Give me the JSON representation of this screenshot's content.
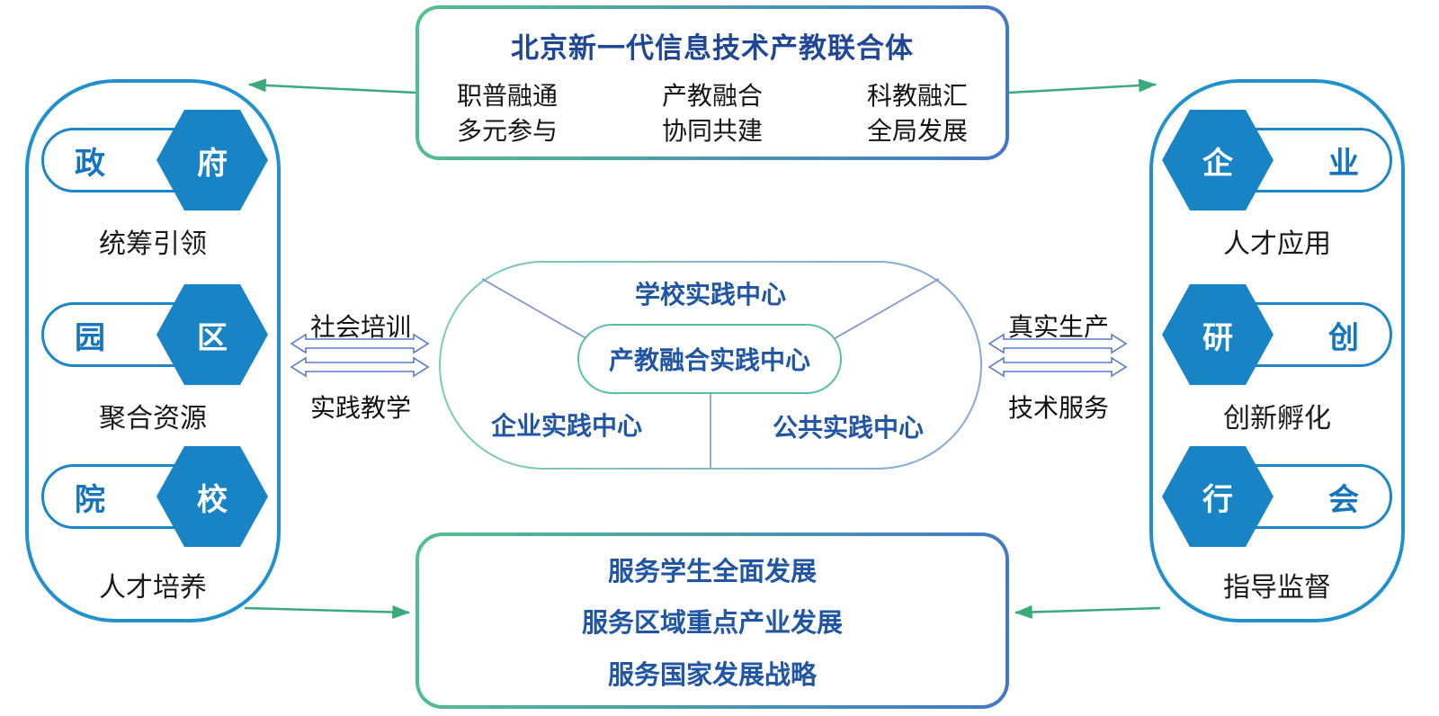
{
  "colors": {
    "primary_blue": "#1984C5",
    "panel_border_blue": "#2191CE",
    "title_blue": "#1F4796",
    "center_text_blue": "#2156A5",
    "green_accent": "#3AA97C",
    "double_arrow_blue": "#5B79CF",
    "gradient_green": "#52C08E",
    "gradient_blue": "#4576C9"
  },
  "top_box": {
    "title": "北京新一代信息技术产教联合体",
    "pillars": [
      {
        "line1": "职普融通",
        "line2": "多元参与"
      },
      {
        "line1": "产教融合",
        "line2": "协同共建"
      },
      {
        "line1": "科教融汇",
        "line2": "全局发展"
      }
    ]
  },
  "left_panel": {
    "items": [
      {
        "pill_char": "政",
        "hex_char": "府",
        "label": "统筹引领"
      },
      {
        "pill_char": "园",
        "hex_char": "区",
        "label": "聚合资源"
      },
      {
        "pill_char": "院",
        "hex_char": "校",
        "label": "人才培养"
      }
    ]
  },
  "right_panel": {
    "items": [
      {
        "hex_char": "企",
        "pill_char": "业",
        "label": "人才应用"
      },
      {
        "hex_char": "研",
        "pill_char": "创",
        "label": "创新孵化"
      },
      {
        "hex_char": "行",
        "pill_char": "会",
        "label": "指导监督"
      }
    ]
  },
  "center_hub": {
    "top_label": "学校实践中心",
    "core_label": "产教融合实践中心",
    "bottom_left_label": "企业实践中心",
    "bottom_right_label": "公共实践中心"
  },
  "left_link": {
    "top_label": "社会培训",
    "bottom_label": "实践教学"
  },
  "right_link": {
    "top_label": "真实生产",
    "bottom_label": "技术服务"
  },
  "bottom_box": {
    "lines": [
      "服务学生全面发展",
      "服务区域重点产业发展",
      "服务国家发展战略"
    ]
  }
}
